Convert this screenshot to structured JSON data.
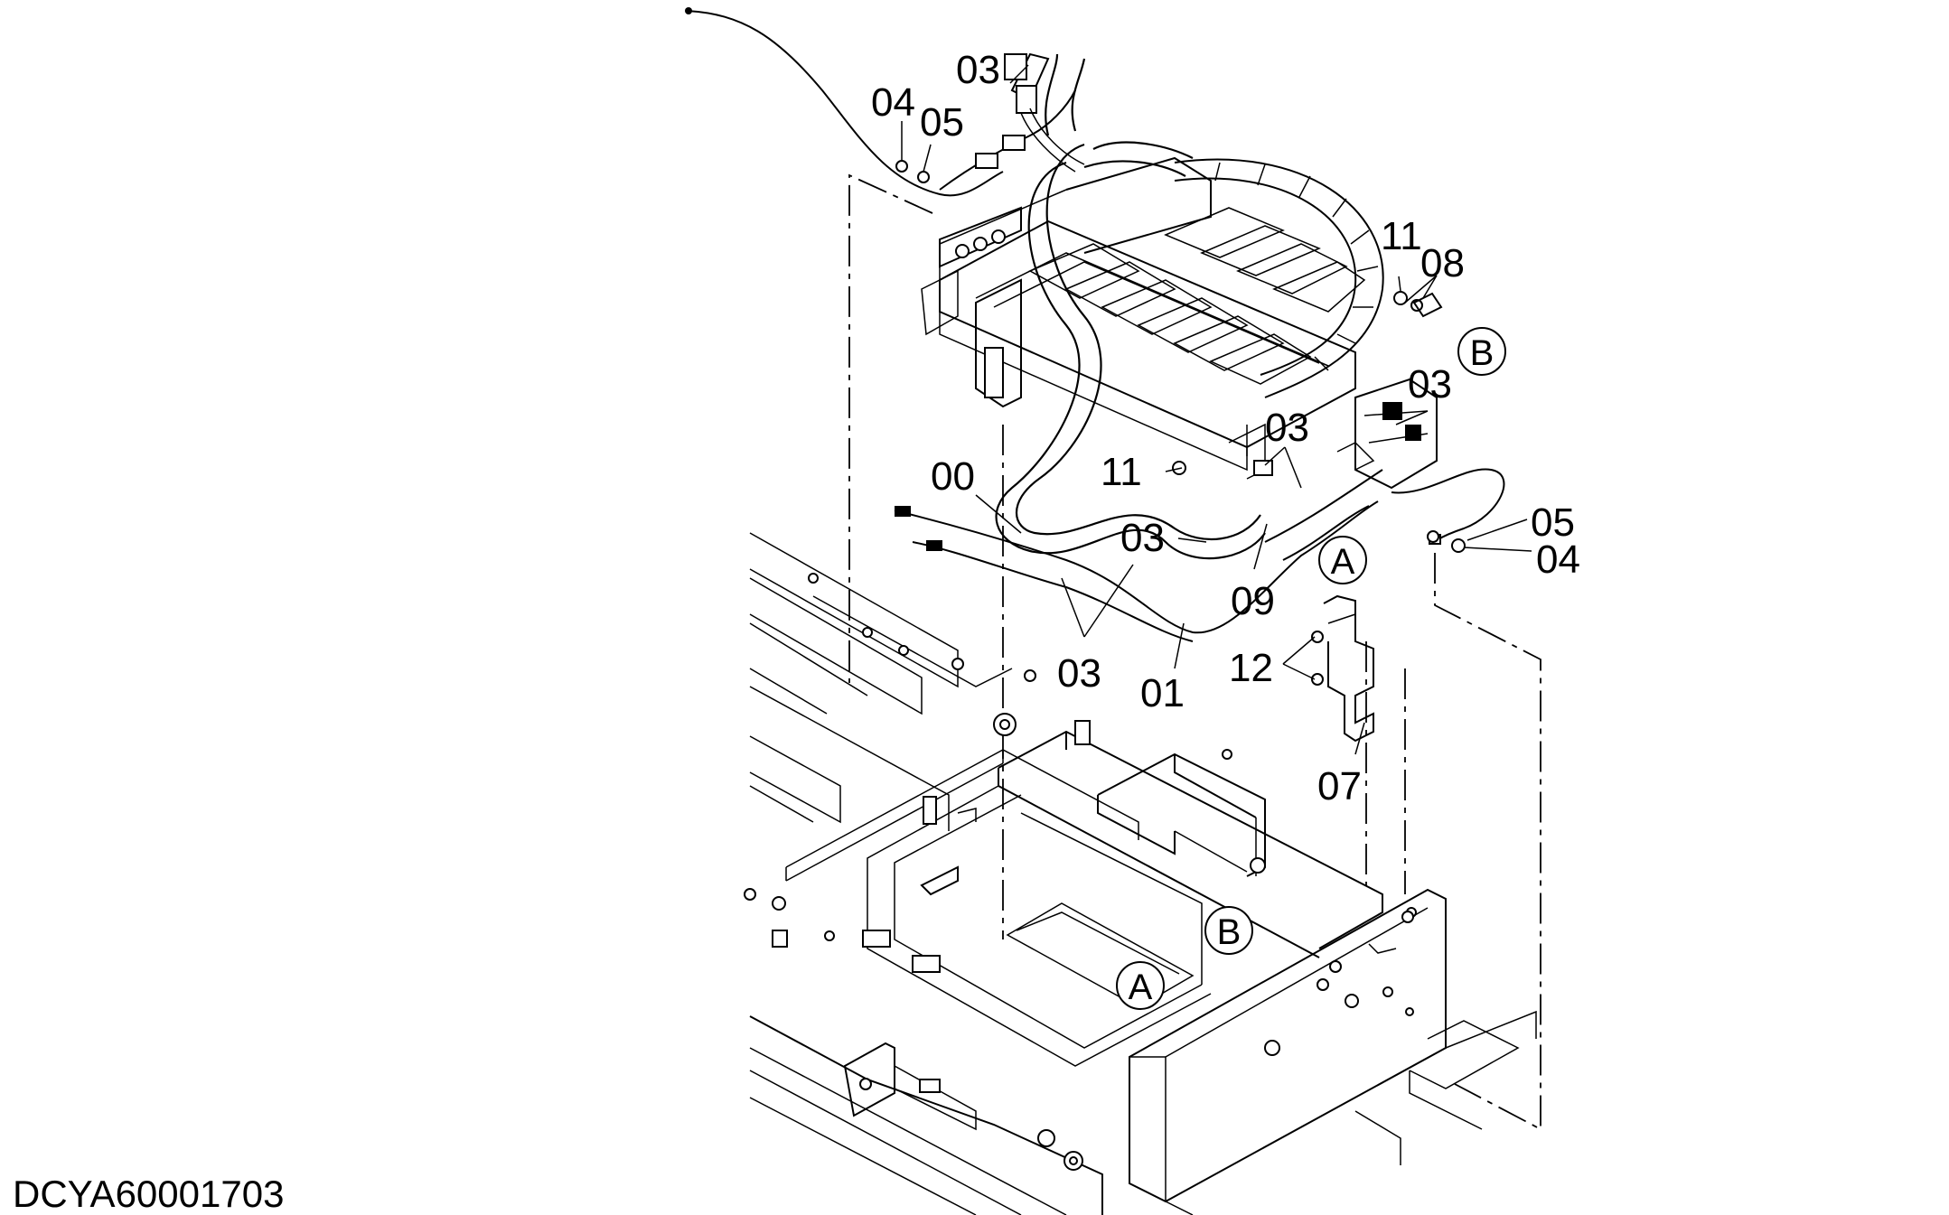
{
  "drawing": {
    "code": "DCYA60001703"
  },
  "callouts": [
    {
      "id": "c-03-top",
      "text": "03"
    },
    {
      "id": "c-04-top",
      "text": "04"
    },
    {
      "id": "c-05-top",
      "text": "05"
    },
    {
      "id": "c-11-top",
      "text": "11"
    },
    {
      "id": "c-08",
      "text": "08"
    },
    {
      "id": "c-03-right",
      "text": "03"
    },
    {
      "id": "c-03-mid",
      "text": "03"
    },
    {
      "id": "c-11-mid",
      "text": "11"
    },
    {
      "id": "c-00",
      "text": "00"
    },
    {
      "id": "c-03-lowmid",
      "text": "03"
    },
    {
      "id": "c-05-right",
      "text": "05"
    },
    {
      "id": "c-04-right",
      "text": "04"
    },
    {
      "id": "c-09",
      "text": "09"
    },
    {
      "id": "c-12",
      "text": "12"
    },
    {
      "id": "c-03-bottom",
      "text": "03"
    },
    {
      "id": "c-01",
      "text": "01"
    },
    {
      "id": "c-07",
      "text": "07"
    }
  ],
  "markers": [
    {
      "id": "marker-b-upper",
      "text": "B"
    },
    {
      "id": "marker-a-upper",
      "text": "A"
    },
    {
      "id": "marker-b-lower",
      "text": "B"
    },
    {
      "id": "marker-a-lower",
      "text": "A"
    }
  ]
}
